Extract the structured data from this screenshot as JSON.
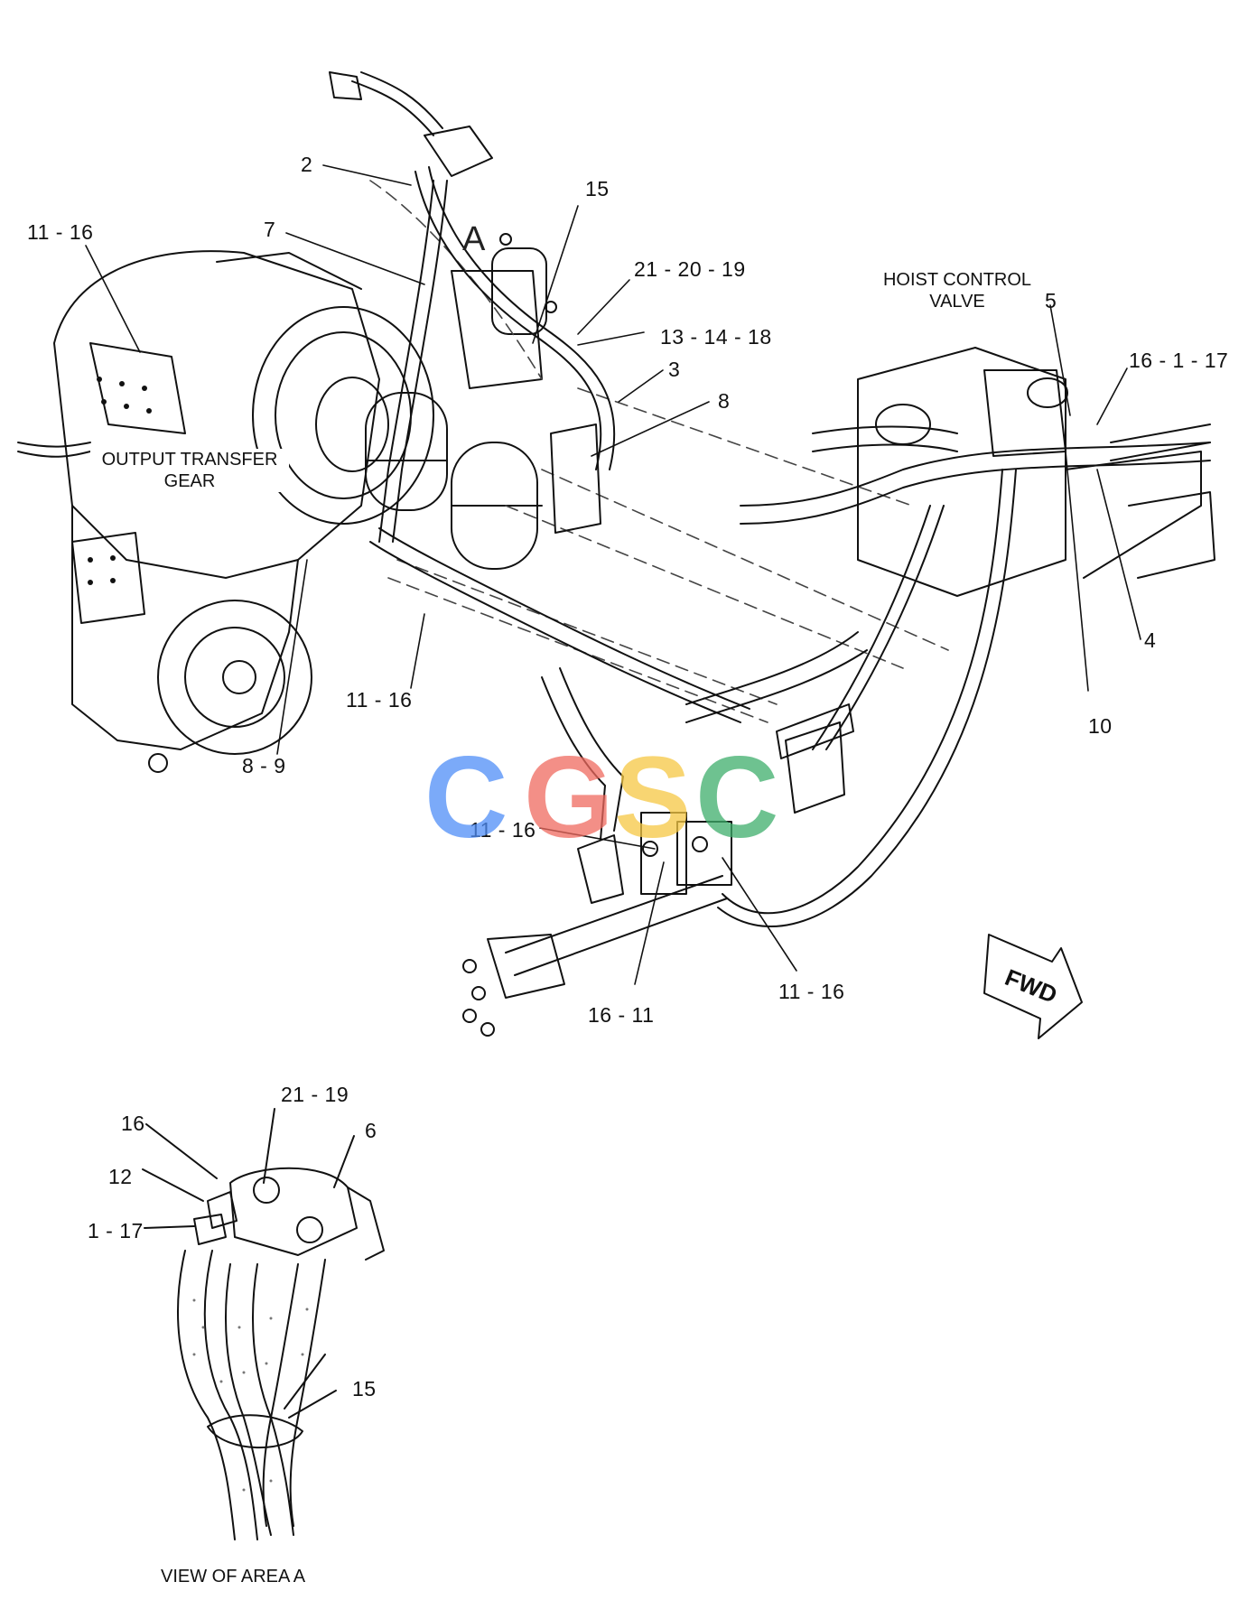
{
  "callouts": [
    {
      "id": "c-2",
      "text": "2"
    },
    {
      "id": "c-15-top",
      "text": "15"
    },
    {
      "id": "c-11-16-topleft",
      "text": "11 - 16"
    },
    {
      "id": "c-7",
      "text": "7"
    },
    {
      "id": "c-21-20-19",
      "text": "21 - 20 - 19"
    },
    {
      "id": "c-13-14-18",
      "text": "13 - 14 - 18"
    },
    {
      "id": "c-3",
      "text": "3"
    },
    {
      "id": "c-8",
      "text": "8"
    },
    {
      "id": "c-5",
      "text": "5"
    },
    {
      "id": "c-16-1-17",
      "text": "16 - 1 - 17"
    },
    {
      "id": "c-4",
      "text": "4"
    },
    {
      "id": "c-10",
      "text": "10"
    },
    {
      "id": "c-11-16-mid",
      "text": "11 - 16"
    },
    {
      "id": "c-8-9",
      "text": "8 - 9"
    },
    {
      "id": "c-11-16-center",
      "text": "11 - 16"
    },
    {
      "id": "c-16-11",
      "text": "16 - 11"
    },
    {
      "id": "c-11-16-right",
      "text": "11 - 16"
    },
    {
      "id": "c-21-19",
      "text": "21 - 19"
    },
    {
      "id": "c-16",
      "text": "16"
    },
    {
      "id": "c-6",
      "text": "6"
    },
    {
      "id": "c-12",
      "text": "12"
    },
    {
      "id": "c-1-17",
      "text": "1 - 17"
    },
    {
      "id": "c-15-detail",
      "text": "15"
    }
  ],
  "labels": {
    "area_letter": "A",
    "hoist_control_valve_line1": "HOIST CONTROL",
    "hoist_control_valve_line2": "VALVE",
    "output_transfer_gear_line1": "OUTPUT TRANSFER",
    "output_transfer_gear_line2": "GEAR",
    "fwd": "FWD",
    "view_of_area": "VIEW OF AREA  A"
  },
  "watermark": {
    "letters": [
      "C",
      "G",
      "S",
      "C"
    ],
    "colors": [
      "#4f8ef7",
      "#ef6a5f",
      "#f6c844",
      "#3eae6b"
    ]
  }
}
